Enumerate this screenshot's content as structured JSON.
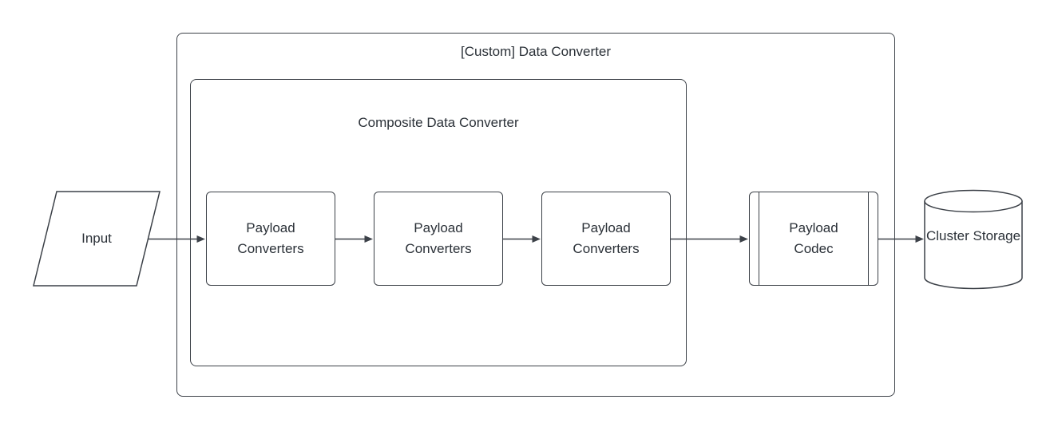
{
  "diagram": {
    "nodes": {
      "input": {
        "label": "Input",
        "shape": "parallelogram"
      },
      "outer_container": {
        "label": "[Custom] Data Converter",
        "shape": "rounded-rectangle"
      },
      "composite_container": {
        "label": "Composite Data Converter",
        "shape": "rounded-rectangle"
      },
      "converters": [
        {
          "label": "Payload Converters",
          "shape": "rounded-rectangle"
        },
        {
          "label": "Payload Converters",
          "shape": "rounded-rectangle"
        },
        {
          "label": "Payload Converters",
          "shape": "rounded-rectangle"
        }
      ],
      "codec": {
        "label": "Payload Codec",
        "shape": "subroutine"
      },
      "storage": {
        "label": "Cluster Storage",
        "shape": "cylinder"
      }
    },
    "flow": [
      "Input -> Payload Converters (1)",
      "Payload Converters (1) -> Payload Converters (2)",
      "Payload Converters (2) -> Payload Converters (3)",
      "Payload Converters (3) -> Payload Codec",
      "Payload Codec -> Cluster Storage"
    ],
    "colors": {
      "stroke": "#3c4148",
      "text": "#2b3138",
      "background": "#ffffff"
    }
  }
}
